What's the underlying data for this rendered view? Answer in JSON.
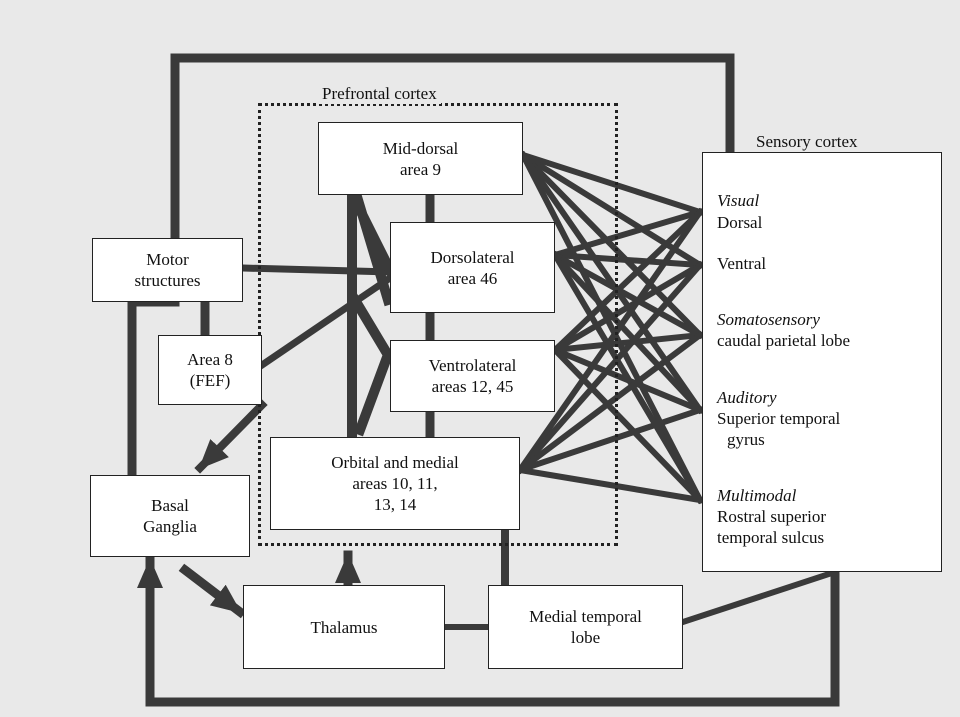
{
  "regions": {
    "prefrontal": "Prefrontal cortex",
    "sensory": "Sensory cortex"
  },
  "boxes": {
    "mid_dorsal": [
      "Mid-dorsal",
      "area 9"
    ],
    "dorsolateral": [
      "Dorsolateral",
      "area 46"
    ],
    "ventrolateral": [
      "Ventrolateral",
      "areas 12, 45"
    ],
    "orbital": [
      "Orbital and medial",
      "areas 10, 11,",
      "13, 14"
    ],
    "motor": [
      "Motor",
      "structures"
    ],
    "area8": [
      "Area 8",
      "(FEF)"
    ],
    "basal": [
      "Basal",
      "Ganglia"
    ],
    "thalamus": [
      "Thalamus"
    ],
    "mtl": [
      "Medial temporal",
      "lobe"
    ]
  },
  "sensory": {
    "visual_heading": "Visual",
    "visual_dorsal": "Dorsal",
    "visual_ventral": "Ventral",
    "soma_heading": "Somatosensory",
    "soma_area": "caudal parietal lobe",
    "auditory_heading": "Auditory",
    "auditory_area_1": "Superior temporal",
    "auditory_area_2": "gyrus",
    "multi_heading": "Multimodal",
    "multi_area_1": "Rostral superior",
    "multi_area_2": "temporal sulcus"
  },
  "colors": {
    "connection": "#3a3a3a",
    "box_fill": "#ffffff",
    "background": "#e9e9e9"
  }
}
